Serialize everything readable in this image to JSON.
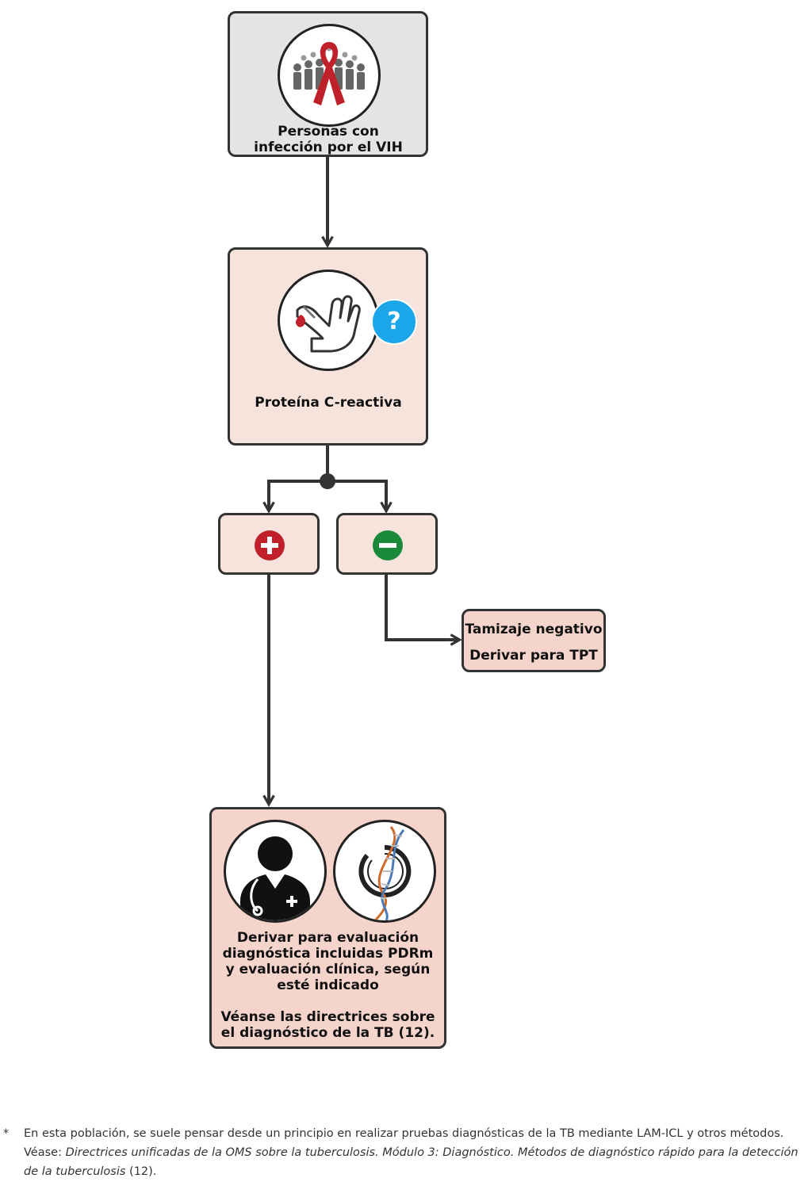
{
  "nodes": {
    "hiv": {
      "label": "Personas con infección por el VIH",
      "icon": "people-red-ribbon-icon"
    },
    "crp": {
      "label": "Proteína C-reactiva",
      "icon": "finger-prick-blood-icon",
      "badge": "?"
    },
    "positive": {
      "icon": "plus-icon"
    },
    "negative": {
      "icon": "minus-icon"
    },
    "negative_result": {
      "line1": "Tamizaje negativo",
      "line2": "Derivar para TPT"
    },
    "referral": {
      "text1": "Derivar para evaluación diagnóstica incluidas PDRm y evaluación clínica, según esté indicado",
      "text2": "Véanse las directrices sobre el diagnóstico de la TB (12).",
      "icons": [
        "doctor-icon",
        "dna-test-icon"
      ]
    }
  },
  "footnote": {
    "marker": "*",
    "text_plain": "En esta población, se suele pensar desde un principio en realizar pruebas diagnósticas de la TB mediante LAM-ICL y otros métodos. Véase: ",
    "text_italic": "Directrices unificadas de la OMS sobre la tuberculosis. Módulo 3: Diagnóstico. Métodos de diagnóstico rápido para la detección de la tuberculosis",
    "text_ref": " (12)."
  },
  "colors": {
    "gray_box": "#e4e4e4",
    "pink_box": "#f6e4dc",
    "pink_box_dark": "#f5d5cb",
    "positive": "#c0202a",
    "negative": "#1a8a3a",
    "badge": "#1aa6e8",
    "line": "#333333"
  }
}
